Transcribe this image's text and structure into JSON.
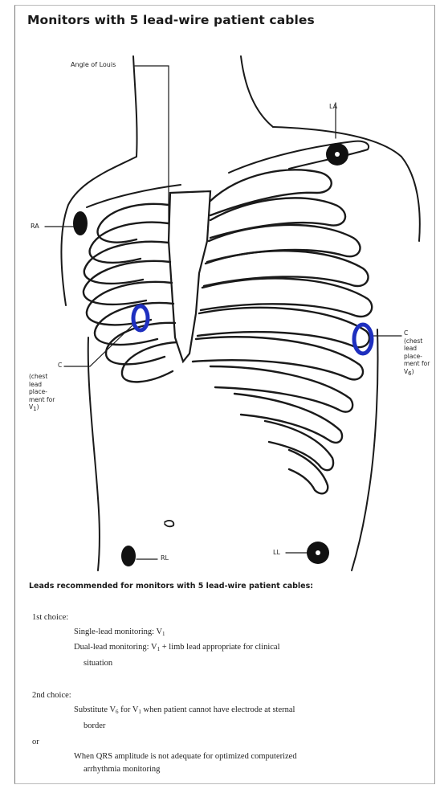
{
  "title": "Monitors with 5 lead-wire patient cables",
  "labels": {
    "angle_of_louis": "Angle of Louis",
    "la": "LA",
    "ra": "RA",
    "rl": "RL",
    "ll": "LL",
    "c_left": "C",
    "c_left_desc": [
      "(chest",
      "lead",
      "place-",
      "ment for"
    ],
    "c_left_v": "V",
    "c_left_v_sub": "1",
    "c_left_close": ")",
    "c_right": "C",
    "c_right_desc": [
      "(chest",
      "lead",
      "place-",
      "ment for"
    ],
    "c_right_v": "V",
    "c_right_v_sub": "6",
    "c_right_close": ")"
  },
  "colors": {
    "chest_electrode": "#1e2fbf",
    "limb_electrode": "#111111",
    "line": "#1a1a1a"
  },
  "recommendations": {
    "heading": "Leads recommended for monitors with 5 lead-wire patient cables:",
    "first_choice": {
      "label": "1st choice:",
      "single_prefix": "Single-lead monitoring: V",
      "single_sub": "1",
      "dual_prefix": "Dual-lead monitoring: V",
      "dual_sub": "1",
      "dual_suffix": " + limb lead appropriate for clinical",
      "dual_cont": "situation"
    },
    "second_choice": {
      "label": "2nd choice:",
      "sub_prefix": "Substitute V",
      "sub_v6": "6",
      "sub_mid": " for V",
      "sub_v1": "1",
      "sub_suffix": " when patient cannot have electrode at sternal",
      "sub_cont": "border"
    },
    "or_label": "or",
    "qrs_line": "When QRS amplitude is not adequate for optimized computerized",
    "qrs_cont": "arrhythmia monitoring"
  }
}
